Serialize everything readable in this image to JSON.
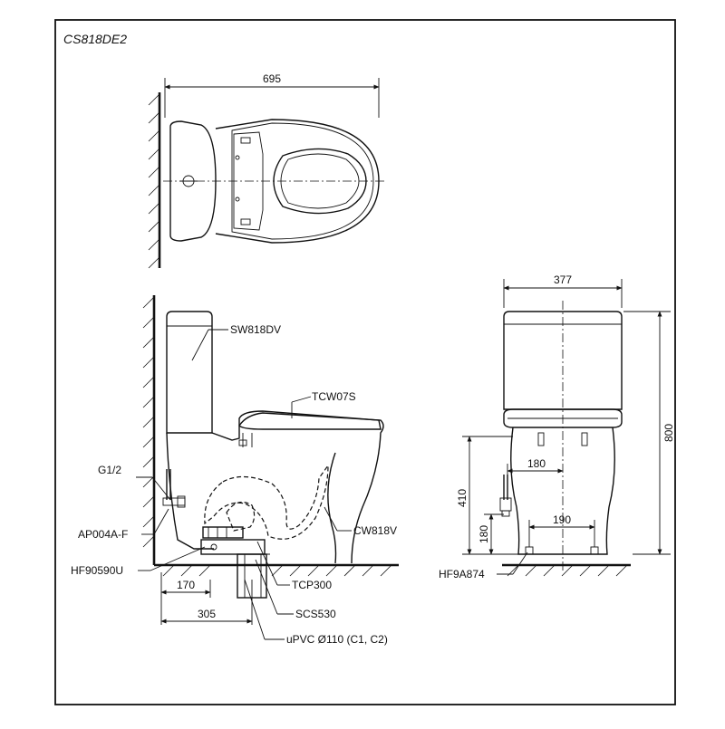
{
  "model_code": "CS818DE2",
  "dimensions": {
    "top_width": "695",
    "side_width": "377",
    "total_height": "800",
    "inlet_height": "410",
    "drain_height": "180",
    "inlet_offset": "180",
    "foot_spacing": "190",
    "floor_170": "170",
    "floor_305": "305"
  },
  "parts": {
    "tank": "SW818DV",
    "seat": "TCW07S",
    "inlet": "G1/2",
    "valve": "AP004A-F",
    "bowl": "CW818V",
    "flange": "HF90590U",
    "connector": "TCP300",
    "seal": "SCS530",
    "pipe": "uPVC Ø110 (C1, C2)",
    "side_flange": "HF9A874"
  }
}
